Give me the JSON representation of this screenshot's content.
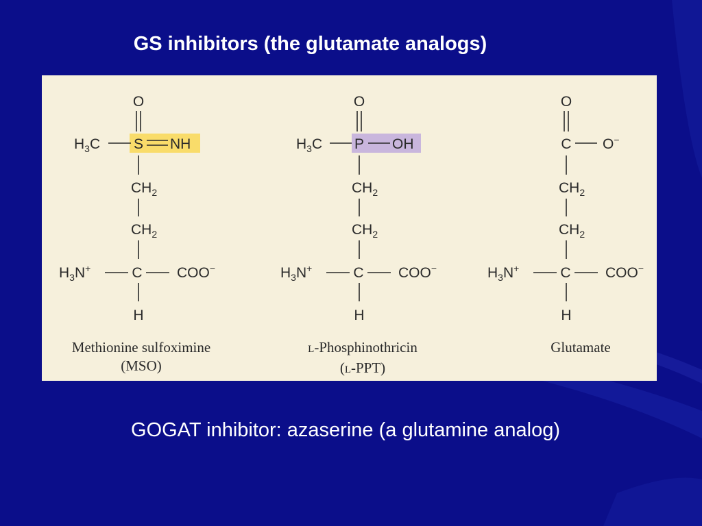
{
  "slide": {
    "title": "GS inhibitors (the glutamate analogs)",
    "footer": "GOGAT inhibitor: azaserine (a glutamine analog)"
  },
  "colors": {
    "background": "#0b0e8a",
    "panel": "#f6f0dc",
    "highlight_mso": "#f9dc6a",
    "highlight_ppt": "#c9b6dd"
  },
  "molecules": [
    {
      "name_line1": "Methionine sulfoximine",
      "name_line2": "(MSO)",
      "top_o": "O",
      "left_group": "H",
      "left_sub": "3",
      "left_tail": "C",
      "center_atom": "S",
      "right_group": "NH",
      "ch2_1_base": "CH",
      "ch2_1_sub": "2",
      "ch2_2_base": "CH",
      "ch2_2_sub": "2",
      "amine_base": "H",
      "amine_sub": "3",
      "amine_tail": "N",
      "amine_sup": "+",
      "alpha_c": "C",
      "carboxyl": "COO",
      "carboxyl_sup": "−",
      "bottom_h": "H"
    },
    {
      "name_prefix": "L",
      "name_line1": "-Phosphinothricin",
      "name_line2_open": "(",
      "name_line2_prefix": "L",
      "name_line2_rest": "-PPT)",
      "top_o": "O",
      "left_group": "H",
      "left_sub": "3",
      "left_tail": "C",
      "center_atom": "P",
      "right_group": "OH",
      "ch2_1_base": "CH",
      "ch2_1_sub": "2",
      "ch2_2_base": "CH",
      "ch2_2_sub": "2",
      "amine_base": "H",
      "amine_sub": "3",
      "amine_tail": "N",
      "amine_sup": "+",
      "alpha_c": "C",
      "carboxyl": "COO",
      "carboxyl_sup": "−",
      "bottom_h": "H"
    },
    {
      "name_line1": "Glutamate",
      "top_o": "O",
      "center_atom": "C",
      "right_group": "O",
      "right_sup": "−",
      "ch2_1_base": "CH",
      "ch2_1_sub": "2",
      "ch2_2_base": "CH",
      "ch2_2_sub": "2",
      "amine_base": "H",
      "amine_sub": "3",
      "amine_tail": "N",
      "amine_sup": "+",
      "alpha_c": "C",
      "carboxyl": "COO",
      "carboxyl_sup": "−",
      "bottom_h": "H"
    }
  ]
}
